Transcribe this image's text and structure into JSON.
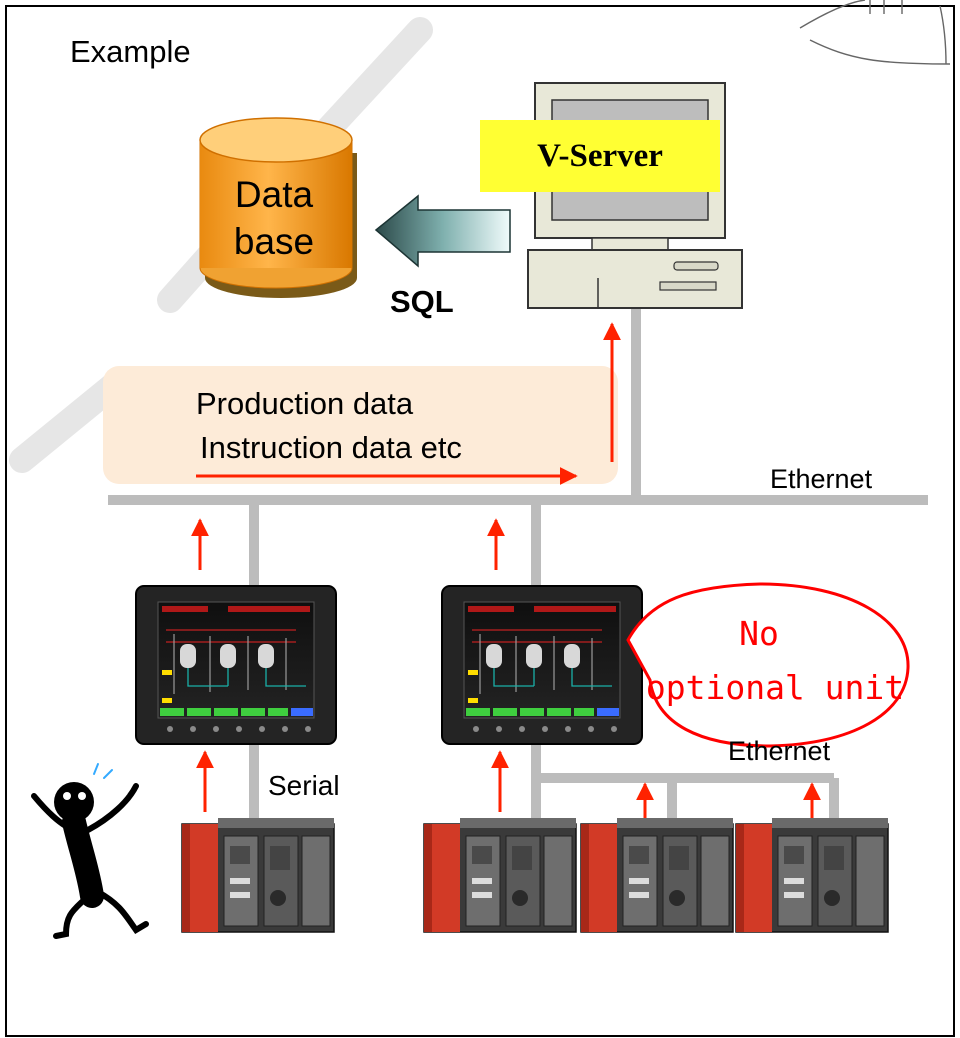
{
  "slide": {
    "title": "Example"
  },
  "diagram": {
    "database": {
      "line1": "Data",
      "line2": "base"
    },
    "sql_label": "SQL",
    "server_label": "V-Server",
    "data_box": {
      "line1": "Production data",
      "line2": "Instruction data  etc"
    },
    "ethernet_top_label": "Ethernet",
    "ethernet_bottom_label": "Ethernet",
    "serial_label": "Serial",
    "callout": {
      "line1": "No",
      "line2": "optional unit"
    }
  },
  "colors": {
    "arrow_red": "#ff2200",
    "network_gray": "#bbbbbb",
    "server_label_bg": "#ffff33",
    "callout_red": "#ff0000",
    "database_orange": "#f59a1a",
    "data_box_bg": "#fdebd8",
    "plc_red": "#d03020"
  }
}
